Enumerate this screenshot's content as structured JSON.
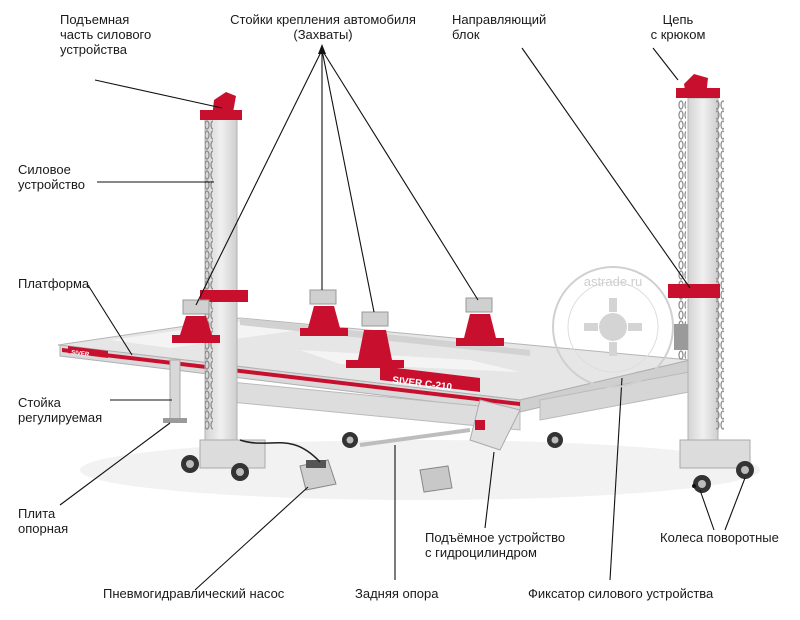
{
  "labels": {
    "lifting_part": "Подъемная\nчасть силового\nустройства",
    "posts": "Стойки крепления автомобиля\n(Захваты)",
    "guide_block": "Направляющий\nблок",
    "chain": "Цепь\nс крюком",
    "power_unit": "Силовое\nустройство",
    "platform": "Платформа",
    "adjustable_stand": "Стойка\nрегулируемая",
    "base_plate": "Плита\nопорная",
    "pump": "Пневмогидравлический насос",
    "rear_support": "Задняя опора",
    "lifter": "Подъёмное устройство\nс гидроцилиндром",
    "clamp": "Фиксатор силового устройства",
    "wheels": "Колеса поворотные"
  },
  "bench_text": {
    "model": "SIVER C-210",
    "brand": "SIVER"
  },
  "watermark": {
    "text": "astrade.ru"
  },
  "colors": {
    "frame": "#e4e4e4",
    "frame_edge": "#b8b8b8",
    "red": "#c8102e",
    "leader": "#111111",
    "watermark": "#d0d0d0"
  }
}
